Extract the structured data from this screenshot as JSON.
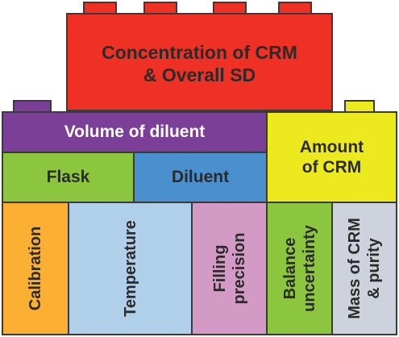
{
  "colors": {
    "red": "#ee3124",
    "purple": "#7b3f98",
    "yellow": "#ecea1f",
    "green": "#8cc63f",
    "blue": "#4a8fce",
    "orange": "#fbb034",
    "light_blue": "#b0cfe8",
    "pink": "#d49ac6",
    "grey": "#cdd2dd",
    "outline": "#3a3a3a"
  },
  "blocks": {
    "concentration": "Concentration of CRM\n& Overall SD",
    "volume_of_diluent": "Volume of diluent",
    "amount_of_crm": "Amount\nof CRM",
    "flask": "Flask",
    "diluent": "Diluent",
    "calibration": "Calibration",
    "temperature": "Temperature",
    "filling_precision": "Filling\nprecision",
    "balance_uncertainty": "Balance\nuncertainty",
    "mass_of_crm_purity": "Mass of CRM\n& purity"
  }
}
